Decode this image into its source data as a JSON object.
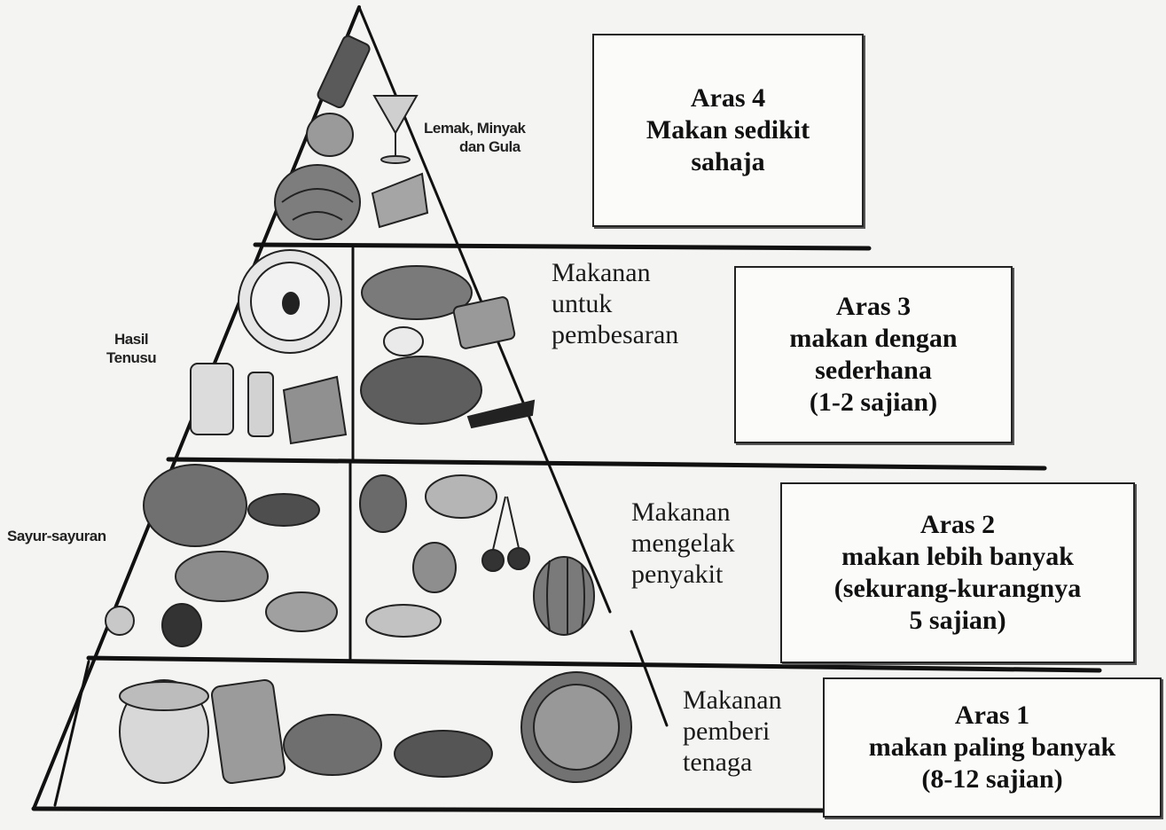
{
  "pyramid": {
    "levels": [
      {
        "box": [
          "Aras 4",
          "Makan sedikit",
          "sahaja"
        ],
        "group": [
          "Lemak, Minyak",
          "dan Gula"
        ]
      },
      {
        "box": [
          "Aras 3",
          "makan dengan",
          "sederhana",
          "(1-2 sajian)"
        ],
        "group": [
          "Makanan",
          "untuk",
          "pembesaran"
        ],
        "side": [
          "Hasil",
          "Tenusu"
        ]
      },
      {
        "box": [
          "Aras 2",
          "makan lebih banyak",
          "(sekurang-kurangnya",
          "5 sajian)"
        ],
        "group": [
          "Makanan",
          "mengelak",
          "penyakit"
        ],
        "side": [
          "Sayur-sayuran"
        ]
      },
      {
        "box": [
          "Aras 1",
          "makan paling banyak",
          "(8-12 sajian)"
        ],
        "group": [
          "Makanan",
          "pemberi",
          "tenaga"
        ]
      }
    ]
  },
  "colors": {
    "ink": "#1a1a1a",
    "food_fill": "#8a8a8a",
    "paper": "#f4f4f2"
  }
}
